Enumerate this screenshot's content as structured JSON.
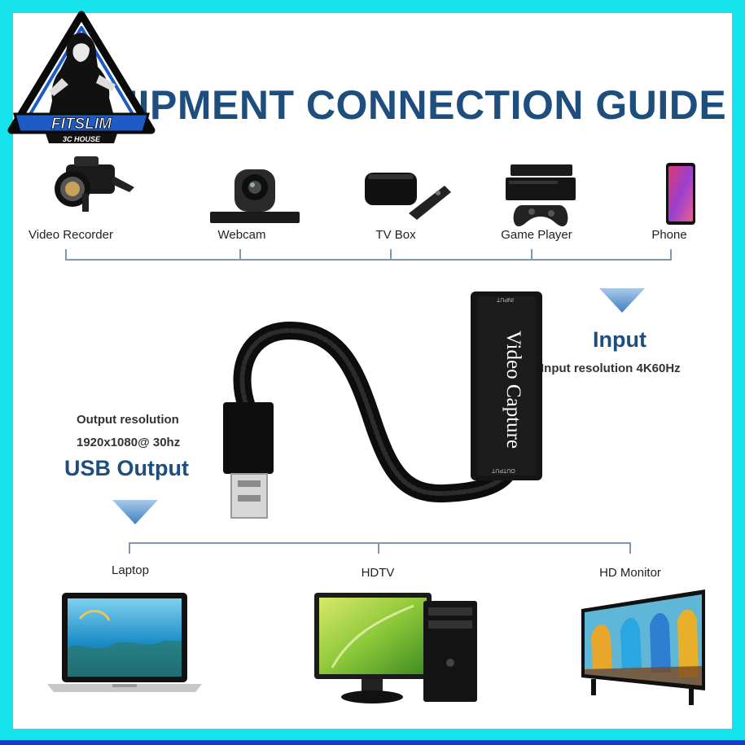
{
  "logo": {
    "brand": "FITSLIM",
    "subtitle": "3C HOUSE"
  },
  "title": "EQUIPMENT CONNECTION GUIDE",
  "input_devices": [
    "Video Recorder",
    "Webcam",
    "TV Box",
    "Game Player",
    "Phone"
  ],
  "capture_device": {
    "label": "Video Capture",
    "port_top": "INPUT",
    "port_bottom": "OUTPUT"
  },
  "input": {
    "heading": "Input",
    "resolution": "Input resolution 4K60Hz"
  },
  "output": {
    "resolution_label": "Output resolution",
    "resolution_value": "1920x1080@ 30hz",
    "heading": "USB Output"
  },
  "output_devices": [
    "Laptop",
    "HDTV",
    "HD Monitor"
  ],
  "colors": {
    "heading": "#1d4e7d",
    "connector_line": "#7f98ad",
    "arrow": "#4a86c5",
    "border": "#14e3ee"
  }
}
